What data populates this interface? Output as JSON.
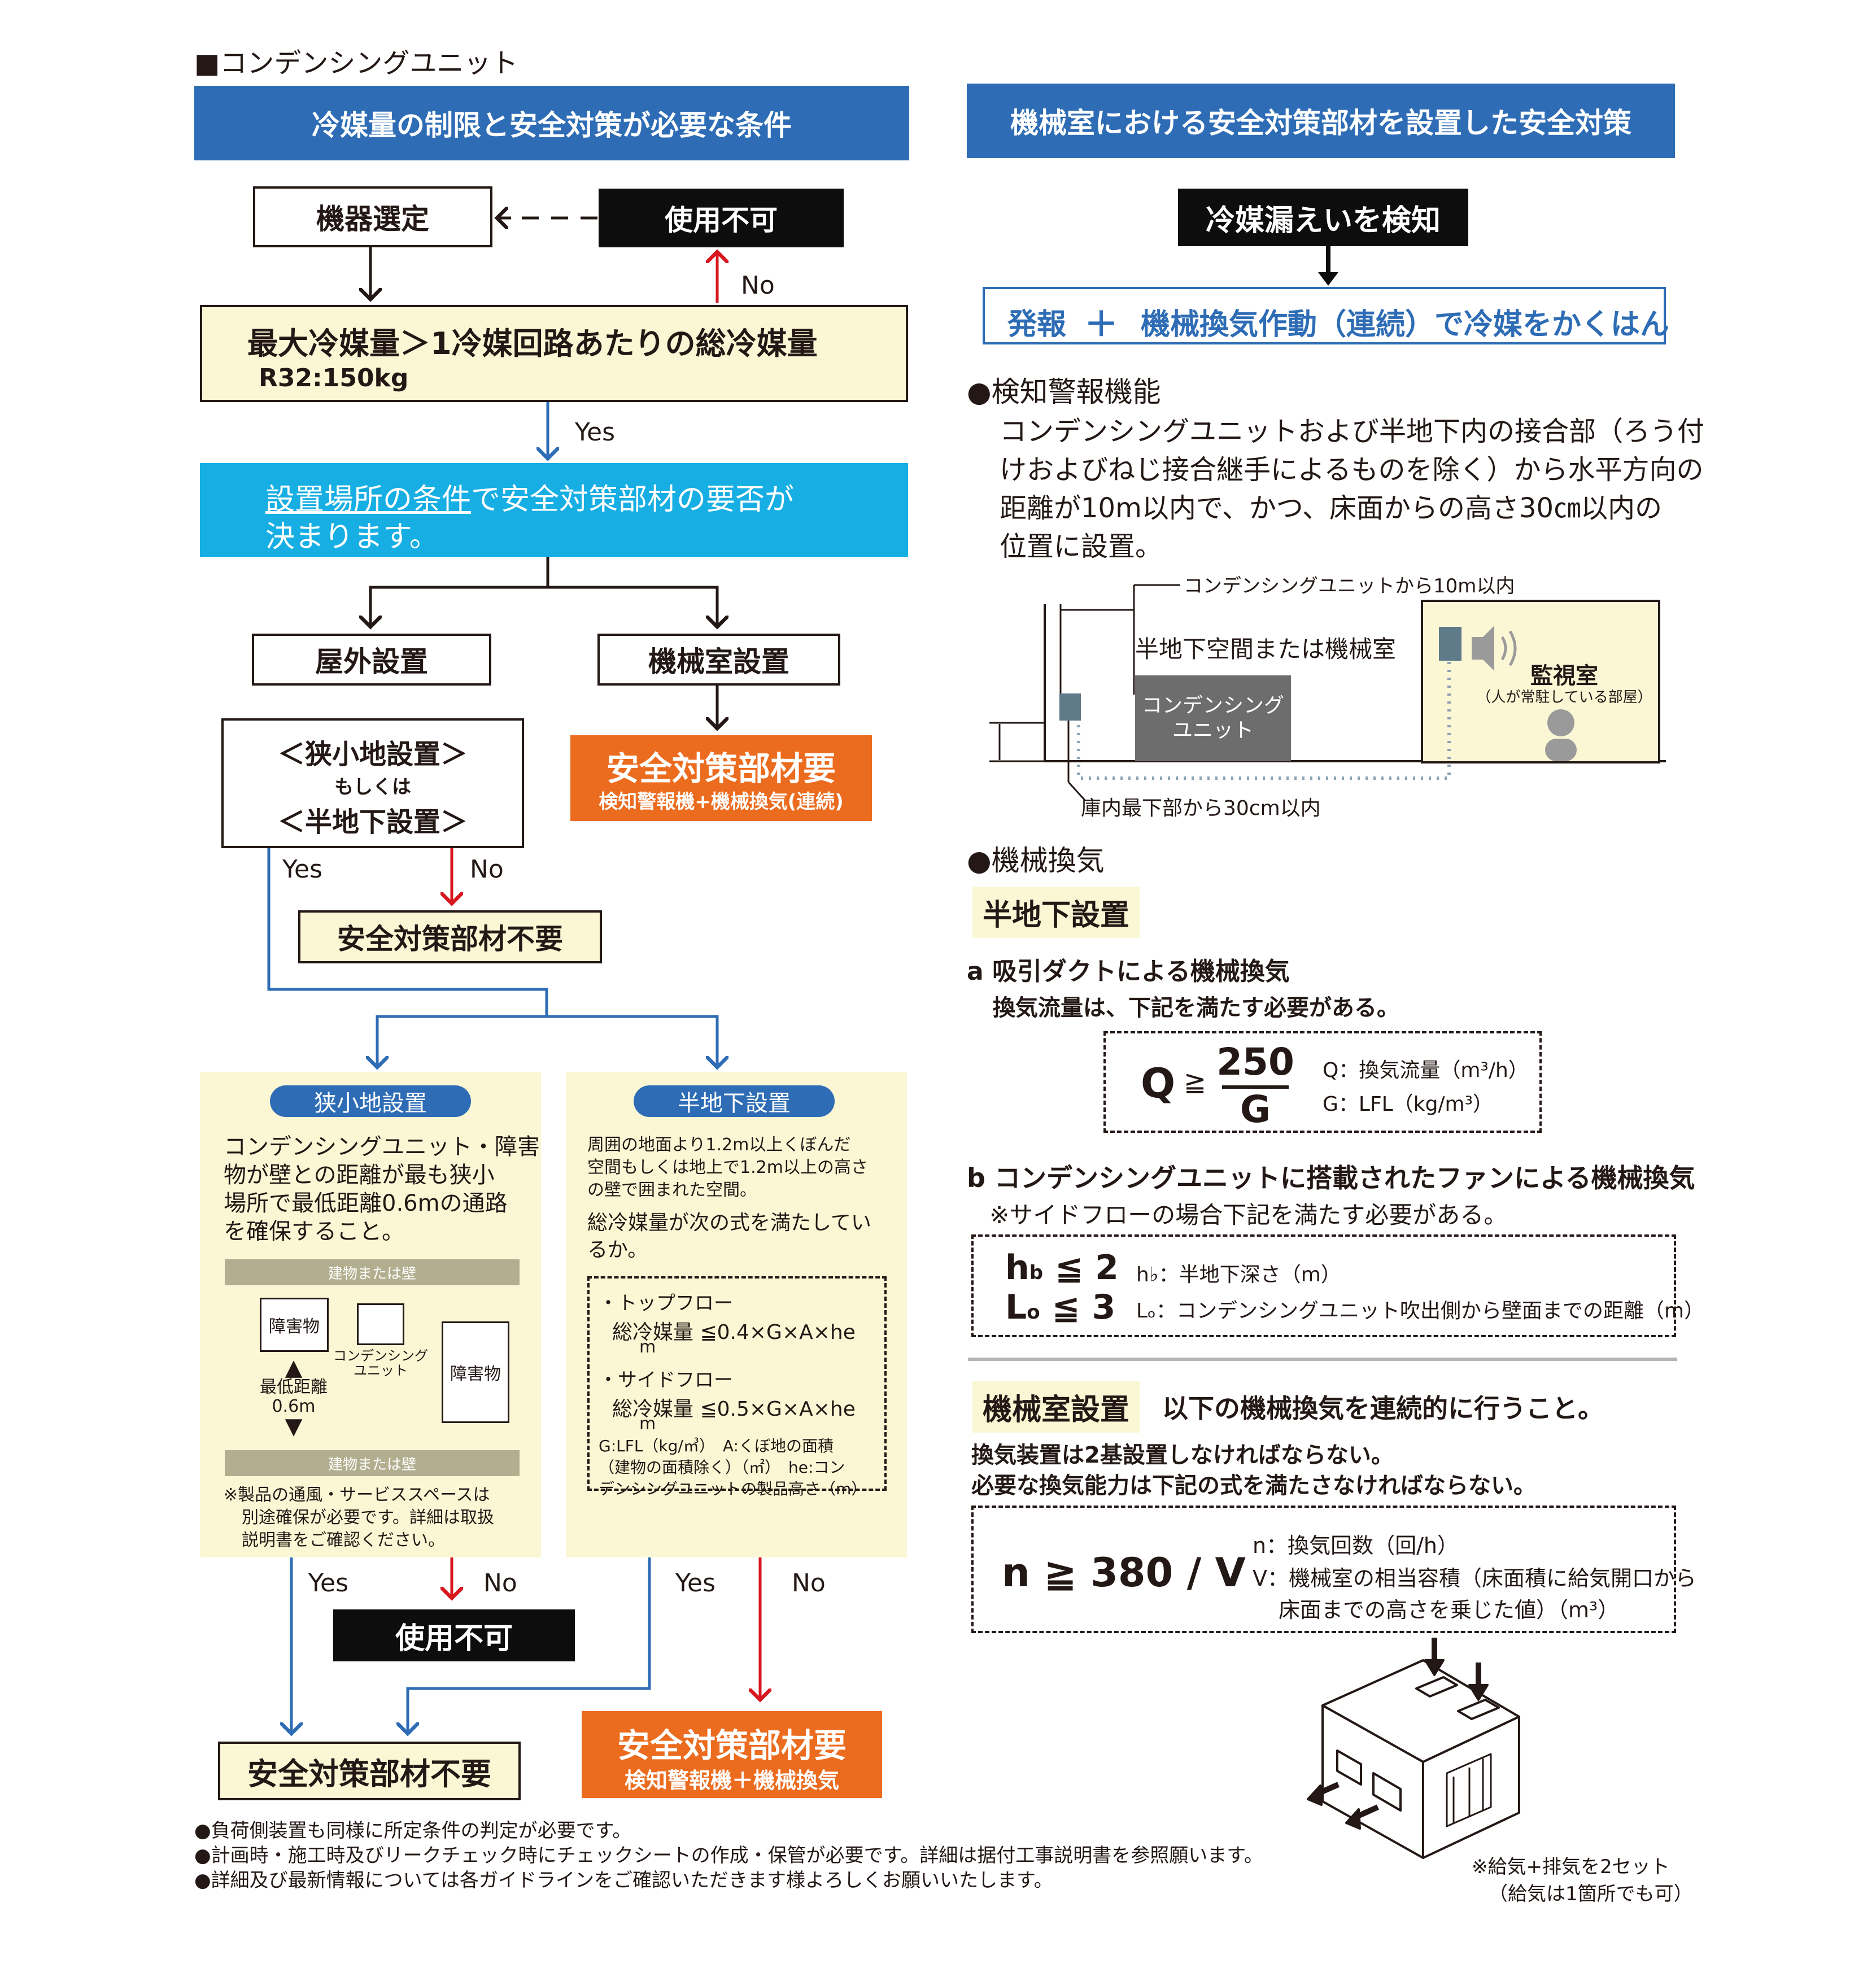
{
  "section_title": "■コンデンシングユニット",
  "left": {
    "header": "冷媒量の制限と安全対策が必要な条件",
    "kiki_sentei": "機器選定",
    "shiyou_fuka": "使用不可",
    "no": "No",
    "yes": "Yes",
    "max_refrigerant": "最大冷媒量＞1冷媒回路あたりの総冷媒量",
    "r32": "R32:150kg",
    "condition_line1_u": "設置場所の条件",
    "condition_line1_rest": "で安全対策部材の要否が",
    "condition_line2": "決まります。",
    "outdoor": "屋外設置",
    "machine_room": "機械室設置",
    "narrow": "＜狭小地設置＞",
    "moshikuwa": "もしくは",
    "semi_basement": "＜半地下設置＞",
    "safety_required": "安全対策部材要",
    "safety_required_sub1": "検知警報機+機械換気(連続)",
    "safety_not_required": "安全対策部材不要",
    "narrow_panel": {
      "title": "狭小地設置",
      "text": [
        "コンデンシングユニット・障害",
        "物が壁との距離が最も狭小",
        "場所で最低距離0.6mの通路",
        "を確保すること。"
      ],
      "wall": "建物または壁",
      "obstacle": "障害物",
      "cu_label": [
        "コンデンシング",
        "ユニット"
      ],
      "min_dist": [
        "最低距離",
        "0.6m"
      ],
      "note": [
        "※製品の通風・サービススペースは",
        "別途確保が必要です。詳細は取扱",
        "説明書をご確認ください。"
      ]
    },
    "semi_panel": {
      "title": "半地下設置",
      "text": [
        "周囲の地面より1.2m以上くぼんだ",
        "空間もしくは地上で1.2m以上の高さ",
        "の壁で囲まれた空間。"
      ],
      "text2": [
        "総冷媒量が次の式を満たしてい",
        "るか。"
      ],
      "top_flow": "・トップフロー",
      "side_flow": "・サイドフロー",
      "sum_label": "総冷媒量",
      "m_unit": "m",
      "formula_top": "≦0.4×G×A×he",
      "formula_side": "≦0.5×G×A×he",
      "legend": [
        "G:LFL（kg/㎥）　A:くぼ地の面積",
        "（建物の面積除く）（㎡）　he:コン",
        "デンシングユニットの製品高さ（m）"
      ]
    },
    "shiyou_fuka2": "使用不可",
    "safety_not_required2": "安全対策部材不要",
    "safety_required2": "安全対策部材要",
    "safety_required_sub2": "検知警報機＋機械換気",
    "footnotes": [
      "●負荷側装置も同様に所定条件の判定が必要です。",
      "●計画時・施工時及びリークチェック時にチェックシートの作成・保管が必要です。詳細は据付工事説明書を参照願います。",
      "●詳細及び最新情報については各ガイドラインをご確認いただきます様よろしくお願いいたします。"
    ]
  },
  "right": {
    "header": "機械室における安全対策部材を設置した安全対策",
    "detect": "冷媒漏えいを検知",
    "alarm_a": "発報",
    "plus": "＋",
    "alarm_b": "機械換気作動（連続）で冷媒をかくはん",
    "detection_title": "●検知警報機能",
    "detection_text": [
      "コンデンシングユニットおよび半地下内の接合部（ろう付",
      "けおよびねじ接合継手によるものを除く）から水平方向の",
      "距離が10m以内で、かつ、床面からの高さ30㎝以内の",
      "位置に設置。"
    ],
    "diagram": {
      "within10m": "コンデンシングユニットから10m以内",
      "space": "半地下空間または機械室",
      "cu": [
        "コンデンシング",
        "ユニット"
      ],
      "monitor": "監視室",
      "monitor_sub": "（人が常駐している部屋）",
      "within30cm": "庫内最下部から30cm以内"
    },
    "ventilation_title": "●機械換気",
    "semi_label": "半地下設置",
    "a_title": "a 吸引ダクトによる機械換気",
    "a_text": "換気流量は、下記を満たす必要がある。",
    "q": "Q",
    "geq": "≧",
    "num": "250",
    "den": "G",
    "q_legend1": "Q：換気流量（m³/h）",
    "q_legend2": "G：LFL（kg/m³）",
    "b_title": "b コンデンシングユニットに搭載されたファンによる機械換気",
    "b_text": "※サイドフローの場合下記を満たす必要がある。",
    "hb": "h",
    "hb_sub": "b",
    "hb_cond": " ≦ 2",
    "lo": "L",
    "lo_sub": "o",
    "lo_cond": " ≦ 3",
    "hb_legend": "h♭：半地下深さ（m）",
    "lo_legend": "Lₒ：コンデンシングユニット吹出側から壁面までの距離（m）",
    "mr_label": "機械室設置",
    "mr_text": "以下の機械換気を連続的に行うこと。",
    "mr_line1": "換気装置は2基設置しなければならない。",
    "mr_line2": "必要な換気能力は下記の式を満たさなければならない。",
    "n_formula": "n ≧ 380 / V",
    "n_legend1": "n：換気回数（回/h）",
    "n_legend2": "V：機械室の相当容積（床面積に給気開口から",
    "n_legend3": "床面までの高さを乗じた値）（m³）",
    "set_note1": "※給気+排気を2セット",
    "set_note2": "（給気は1箇所でも可）"
  },
  "colors": {
    "blue": "#2e6db5",
    "cyan": "#16aee3",
    "orange": "#ec6c1f",
    "red": "#d7161e",
    "cream": "#fbf7d5"
  }
}
